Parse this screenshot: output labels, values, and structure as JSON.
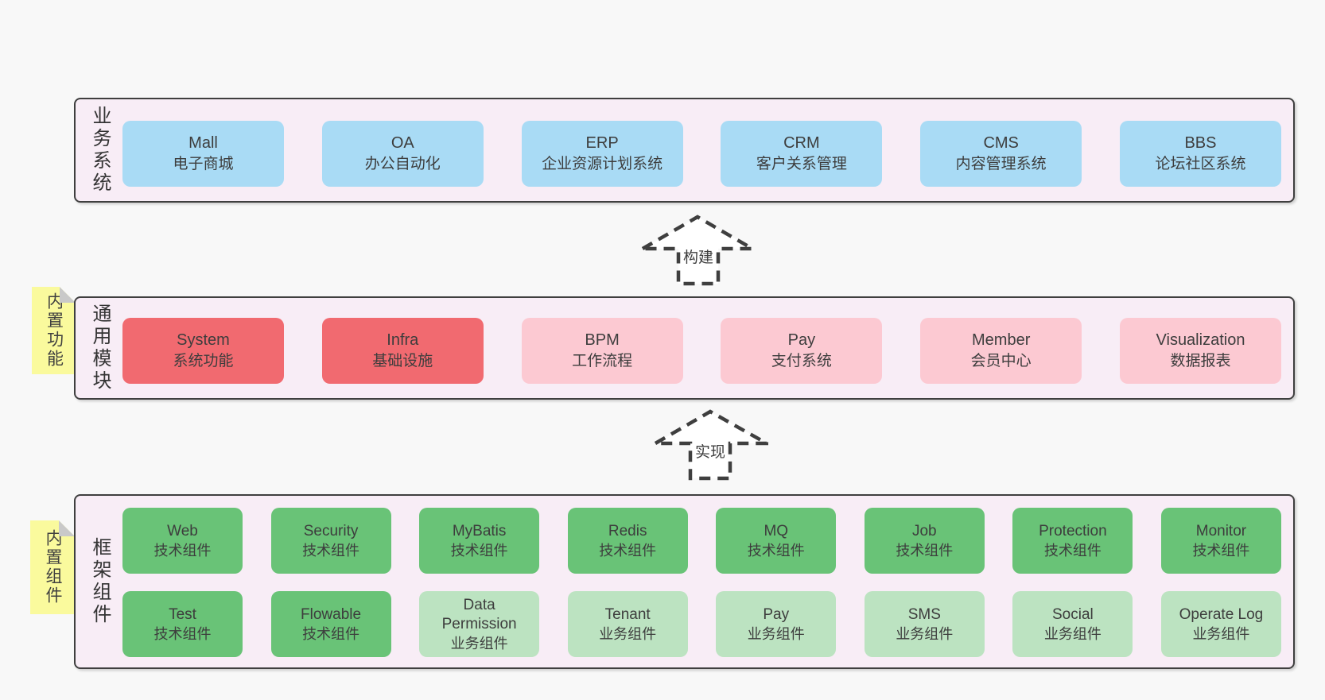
{
  "layers": [
    {
      "label": "业务系统",
      "boxes": [
        {
          "en": "Mall",
          "zh": "电子商城",
          "variant": "blue"
        },
        {
          "en": "OA",
          "zh": "办公自动化",
          "variant": "blue"
        },
        {
          "en": "ERP",
          "zh": "企业资源计划系统",
          "variant": "blue"
        },
        {
          "en": "CRM",
          "zh": "客户关系管理",
          "variant": "blue"
        },
        {
          "en": "CMS",
          "zh": "内容管理系统",
          "variant": "blue"
        },
        {
          "en": "BBS",
          "zh": "论坛社区系统",
          "variant": "blue"
        }
      ]
    },
    {
      "label": "通用模块",
      "tag": "内置功能",
      "boxes": [
        {
          "en": "System",
          "zh": "系统功能",
          "variant": "red"
        },
        {
          "en": "Infra",
          "zh": "基础设施",
          "variant": "red"
        },
        {
          "en": "BPM",
          "zh": "工作流程",
          "variant": "pink"
        },
        {
          "en": "Pay",
          "zh": "支付系统",
          "variant": "pink"
        },
        {
          "en": "Member",
          "zh": "会员中心",
          "variant": "pink"
        },
        {
          "en": "Visualization",
          "zh": "数据报表",
          "variant": "pink"
        }
      ]
    },
    {
      "label": "框架组件",
      "tag": "内置组件",
      "rows": [
        [
          {
            "en": "Web",
            "zh": "技术组件",
            "variant": "green"
          },
          {
            "en": "Security",
            "zh": "技术组件",
            "variant": "green"
          },
          {
            "en": "MyBatis",
            "zh": "技术组件",
            "variant": "green"
          },
          {
            "en": "Redis",
            "zh": "技术组件",
            "variant": "green"
          },
          {
            "en": "MQ",
            "zh": "技术组件",
            "variant": "green"
          },
          {
            "en": "Job",
            "zh": "技术组件",
            "variant": "green"
          },
          {
            "en": "Protection",
            "zh": "技术组件",
            "variant": "green"
          },
          {
            "en": "Monitor",
            "zh": "技术组件",
            "variant": "green"
          }
        ],
        [
          {
            "en": "Test",
            "zh": "技术组件",
            "variant": "green"
          },
          {
            "en": "Flowable",
            "zh": "技术组件",
            "variant": "green"
          },
          {
            "en": "Data\nPermission",
            "zh": "业务组件",
            "variant": "lightgreen"
          },
          {
            "en": "Tenant",
            "zh": "业务组件",
            "variant": "lightgreen"
          },
          {
            "en": "Pay",
            "zh": "业务组件",
            "variant": "lightgreen"
          },
          {
            "en": "SMS",
            "zh": "业务组件",
            "variant": "lightgreen"
          },
          {
            "en": "Social",
            "zh": "业务组件",
            "variant": "lightgreen"
          },
          {
            "en": "Operate Log",
            "zh": "业务组件",
            "variant": "lightgreen"
          }
        ]
      ]
    }
  ],
  "arrows": [
    {
      "label": "构建"
    },
    {
      "label": "实现"
    }
  ],
  "colors": {
    "background": "#f8f8f8",
    "container_bg": "#f8edf6",
    "container_border": "#3f3f3f",
    "blue": "#a9dbf5",
    "red": "#f16a70",
    "pink": "#fcc9d2",
    "green_dark": "#69c377",
    "green_light": "#bce3c1",
    "tag_yellow": "#fafa9d",
    "fold_gray": "#c9c9c9",
    "text": "#3d3d3d"
  }
}
